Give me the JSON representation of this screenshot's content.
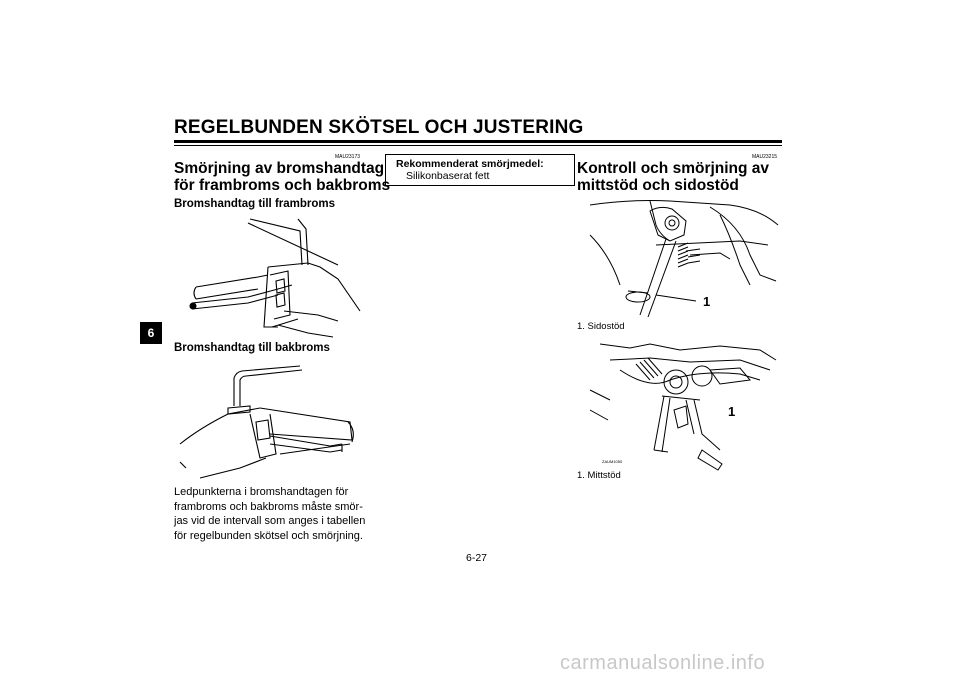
{
  "header": {
    "title": "REGELBUNDEN SKÖTSEL OCH JUSTERING"
  },
  "chapter_tab": "6",
  "left": {
    "code": "MAU23173",
    "heading_line1": "Smörjning av bromshandtag",
    "heading_line2": "för frambroms och bakbroms",
    "front_subheading": "Bromshandtag till frambroms",
    "rear_subheading": "Bromshandtag till bakbroms",
    "body_lines": [
      "Ledpunkterna i bromshandtagen för",
      "frambroms och bakbroms måste smör-",
      "jas vid de intervall som anges i tabellen",
      "för regelbunden skötsel och smörjning."
    ]
  },
  "middle": {
    "box_label": "Rekommenderat smörjmedel:",
    "box_value": "Silikonbaserat fett"
  },
  "right": {
    "code": "MAU23215",
    "heading_line1": "Kontroll och smörjning av",
    "heading_line2": "mittstöd och sidostöd",
    "fig1_callout": "1",
    "fig1_caption": "1. Sidostöd",
    "fig2_code": "ZAUM1050",
    "fig2_callout": "1",
    "fig2_caption": "1. Mittstöd"
  },
  "footer": {
    "page_number": "6-27",
    "watermark": "carmanualsonline.info"
  }
}
